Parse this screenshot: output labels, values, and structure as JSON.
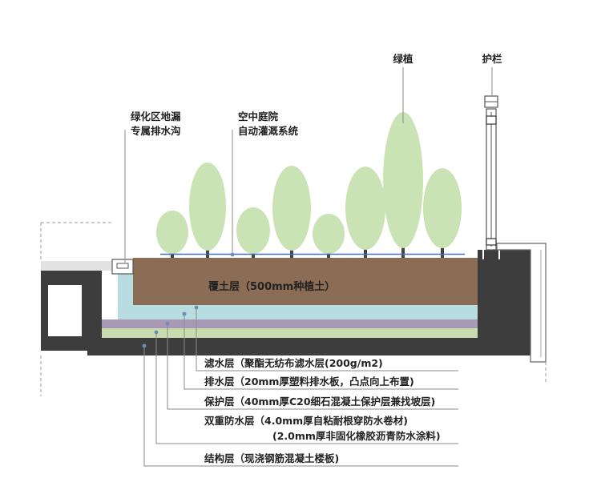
{
  "colors": {
    "concrete": "#3d3d3d",
    "soil": "#8b6d55",
    "drainage": "#b8dde0",
    "protection": "#a89ab7",
    "waterproof": "#c9dcad",
    "tree": "#c9e3b4",
    "trunk": "#444444",
    "irrigation": "#3f6fb8",
    "leader": "#8a8a8a",
    "paving": "#e2e2e2"
  },
  "top_labels": {
    "trees": "绿植",
    "railing": "护栏",
    "drain_line1": "绿化区地漏",
    "drain_line2": "专属排水沟",
    "irrigation_line1": "空中庭院",
    "irrigation_line2": "自动灌溉系统"
  },
  "soil_label": "覆土层（500mm种植土）",
  "layer_labels": {
    "filter": "滤水层（聚酯无纺布滤水层(200g/m2)",
    "drainage": "排水层（20mm厚塑料排水板，凸点向上布置)",
    "protection": "保护层（40mm厚C20细石混凝土保护层兼找坡层)",
    "waterproof_line1": "双重防水层（4.0mm厚自粘耐根穿防水卷材)",
    "waterproof_line2": "(2.0mm厚非固化橡胶沥青防水涂料)",
    "structure": "结构层（现浇钢筋混凝土楼板)"
  }
}
